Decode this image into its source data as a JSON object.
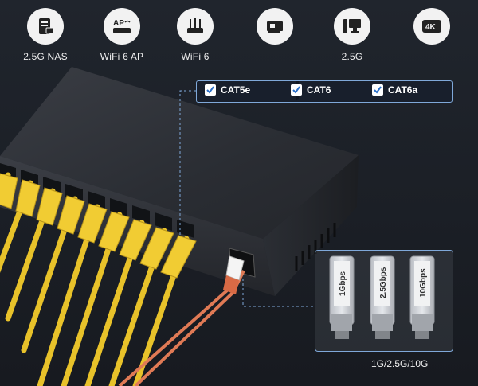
{
  "icons": [
    {
      "label": "2.5G NAS",
      "icon": "nas-icon"
    },
    {
      "label": "WiFi 6 AP",
      "icon": "access-point-icon",
      "badge": "AP"
    },
    {
      "label": "WiFi 6",
      "icon": "router-icon"
    },
    {
      "label": "",
      "icon": "network-card-icon"
    },
    {
      "label": "2.5G",
      "icon": "desktop-pc-icon"
    },
    {
      "label": "",
      "icon": "4k-icon",
      "badge": "4K"
    }
  ],
  "cables": [
    {
      "label": "CAT5e",
      "checked": true
    },
    {
      "label": "CAT6",
      "checked": true
    },
    {
      "label": "CAT6a",
      "checked": true
    }
  ],
  "sfp": {
    "modules": [
      "1Gbps",
      "2.5Gbps",
      "10Gbps"
    ],
    "caption": "1G/2.5G/10G"
  },
  "colors": {
    "accent": "#7fa8d9",
    "cable": "#e8c22a",
    "fiber": "#e07a55",
    "switch_body": "#2c2f35"
  }
}
